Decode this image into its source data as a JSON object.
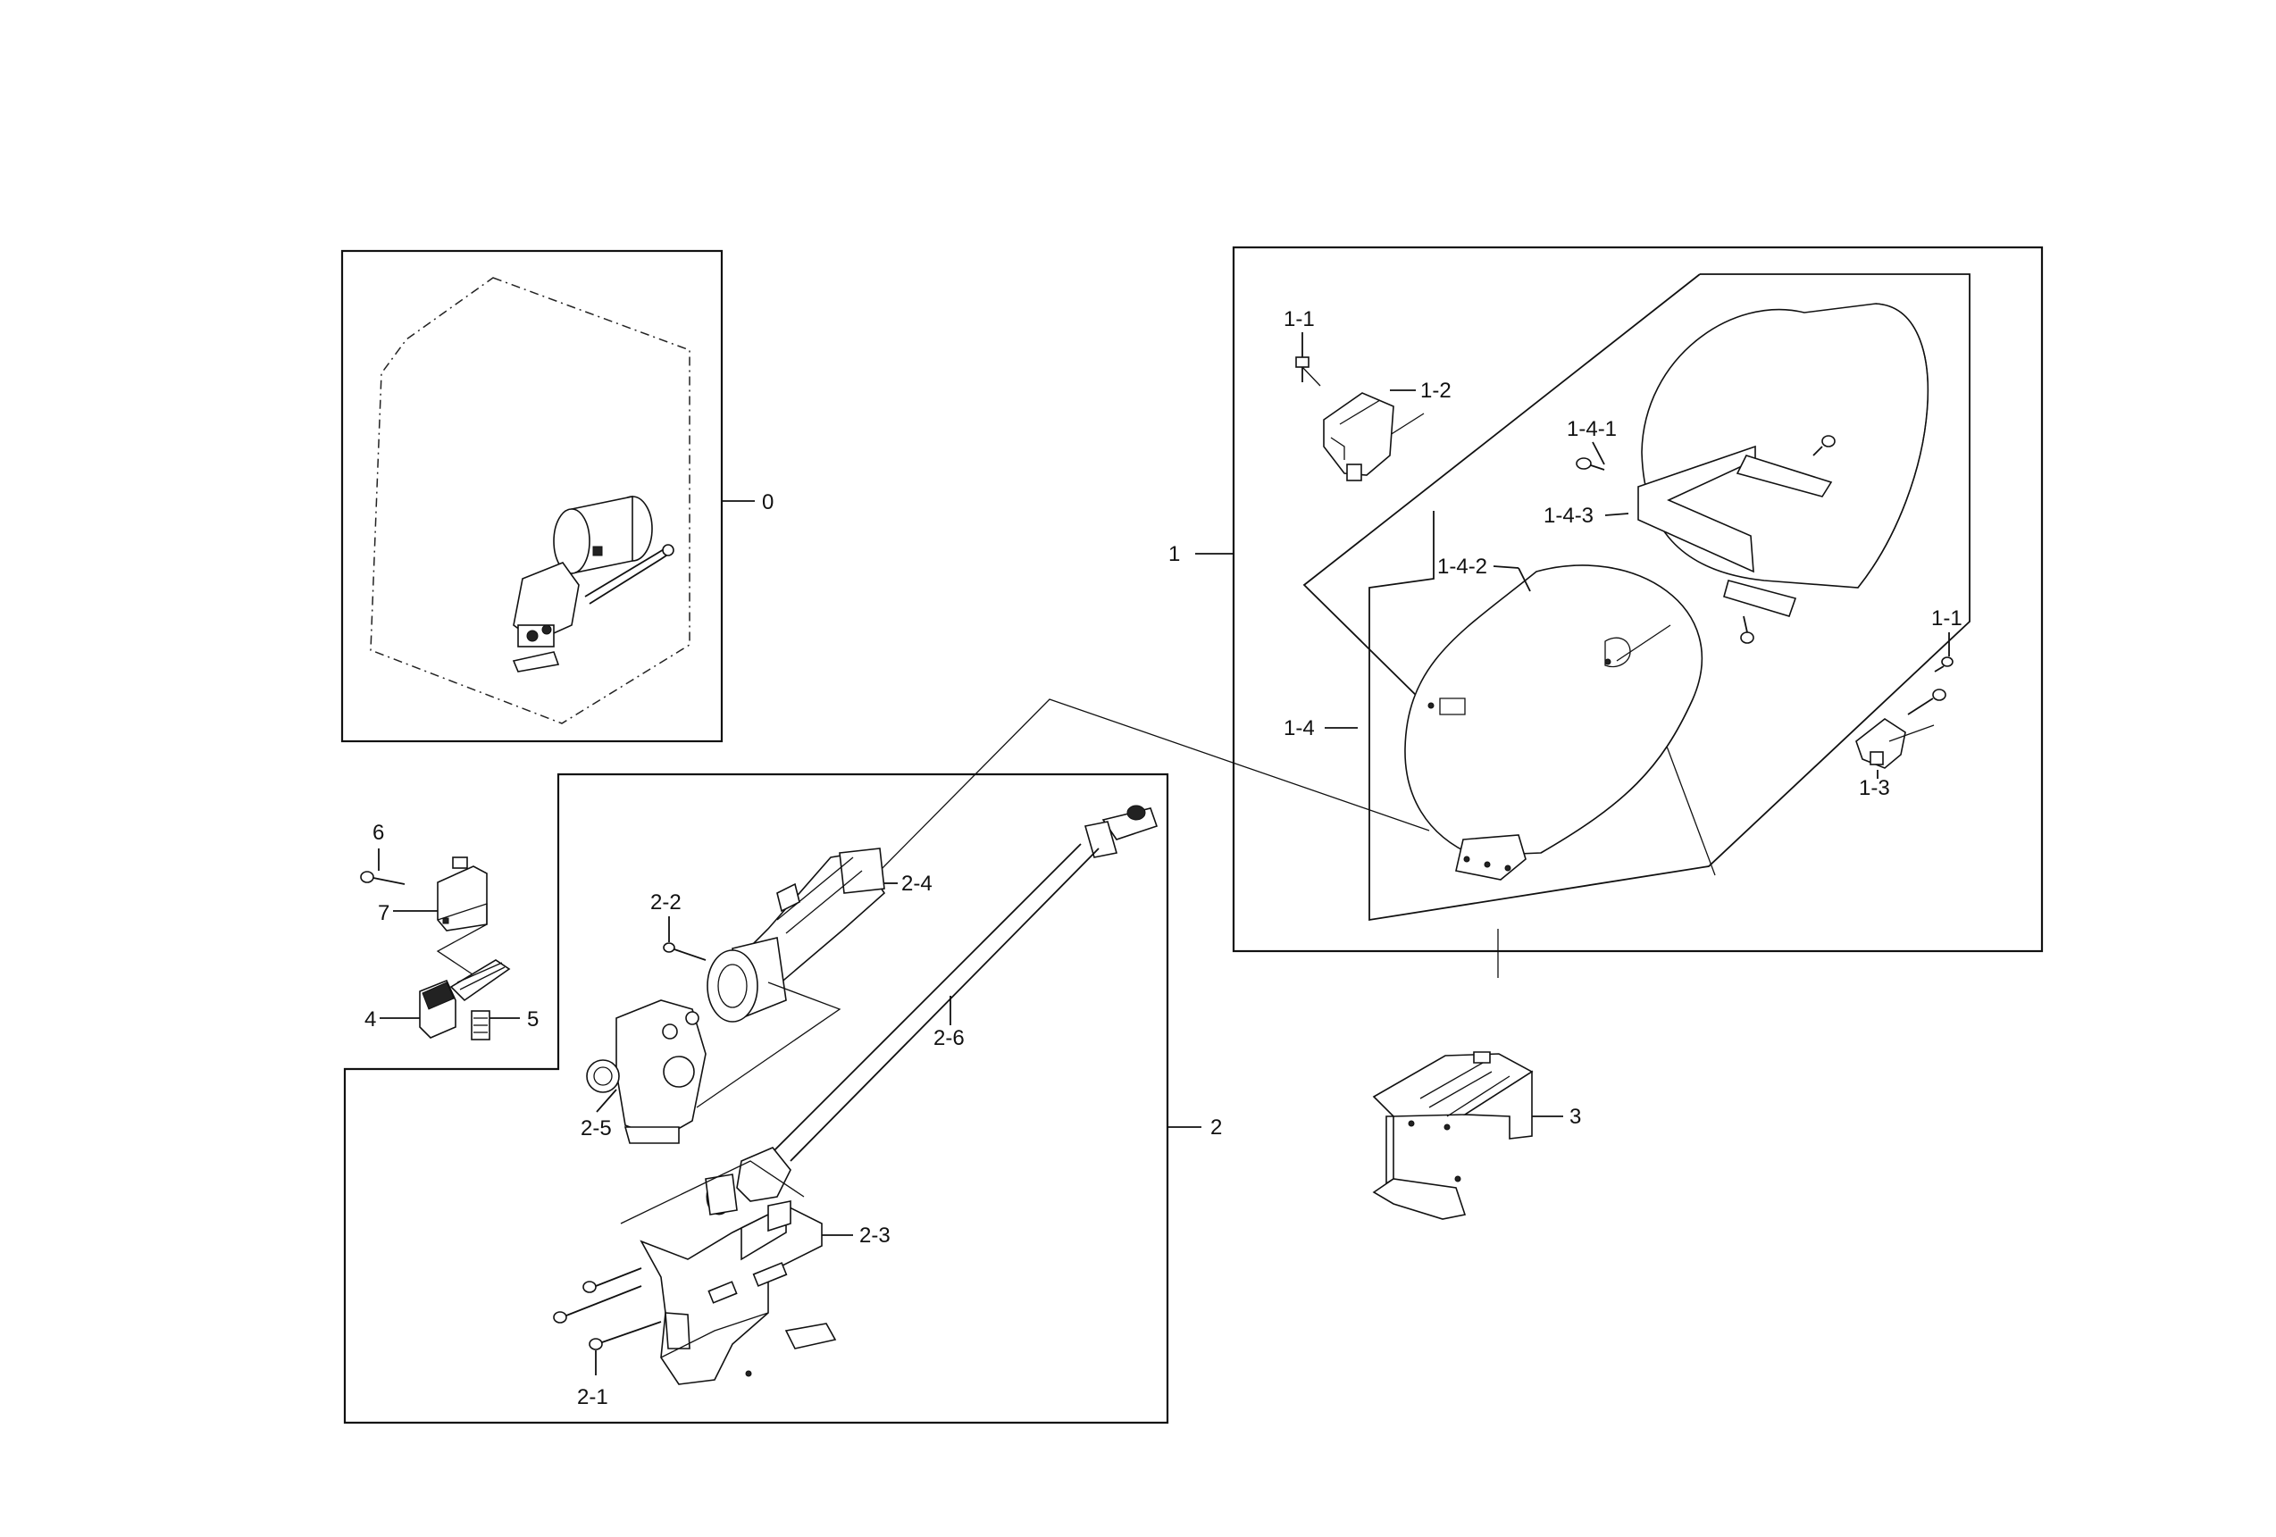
{
  "callouts": {
    "c0": "0",
    "c1": "1",
    "c1_1a": "1-1",
    "c1_2": "1-2",
    "c1_4_1": "1-4-1",
    "c1_4_3": "1-4-3",
    "c1_4_2": "1-4-2",
    "c1_4": "1-4",
    "c1_1b": "1-1",
    "c1_3": "1-3",
    "c2": "2",
    "c2_1": "2-1",
    "c2_2": "2-2",
    "c2_3": "2-3",
    "c2_4": "2-4",
    "c2_5": "2-5",
    "c2_6": "2-6",
    "c3": "3",
    "c4": "4",
    "c5": "5",
    "c6": "6",
    "c7": "7"
  }
}
